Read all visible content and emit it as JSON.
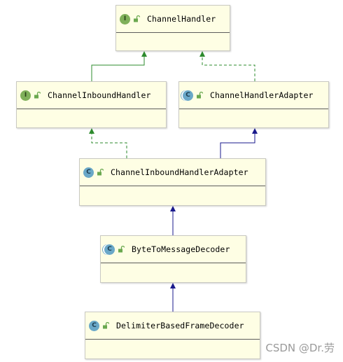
{
  "nodes": [
    {
      "id": "channel-handler",
      "kind": "interface",
      "badge": "I",
      "label": "ChannelHandler"
    },
    {
      "id": "channel-inbound-handler",
      "kind": "interface",
      "badge": "I",
      "label": "ChannelInboundHandler"
    },
    {
      "id": "channel-handler-adapter",
      "kind": "abstract",
      "badge": "C",
      "label": "ChannelHandlerAdapter"
    },
    {
      "id": "channel-inbound-handler-adapter",
      "kind": "class",
      "badge": "C",
      "label": "ChannelInboundHandlerAdapter"
    },
    {
      "id": "byte-to-message-decoder",
      "kind": "abstract",
      "badge": "C",
      "label": "ByteToMessageDecoder"
    },
    {
      "id": "delimiter-based-frame-decoder",
      "kind": "class",
      "badge": "C",
      "label": "DelimiterBasedFrameDecoder"
    }
  ],
  "edges": [
    {
      "from": "channel-inbound-handler",
      "to": "channel-handler",
      "relation": "extends"
    },
    {
      "from": "channel-handler-adapter",
      "to": "channel-handler",
      "relation": "implements"
    },
    {
      "from": "channel-inbound-handler-adapter",
      "to": "channel-inbound-handler",
      "relation": "implements"
    },
    {
      "from": "channel-inbound-handler-adapter",
      "to": "channel-handler-adapter",
      "relation": "extends"
    },
    {
      "from": "byte-to-message-decoder",
      "to": "channel-inbound-handler-adapter",
      "relation": "extends"
    },
    {
      "from": "delimiter-based-frame-decoder",
      "to": "byte-to-message-decoder",
      "relation": "extends"
    }
  ],
  "colors": {
    "interface_inherit": "#2e8b2e",
    "class_inherit": "#1a1a8c"
  },
  "watermark": "CSDN @Dr.劳"
}
